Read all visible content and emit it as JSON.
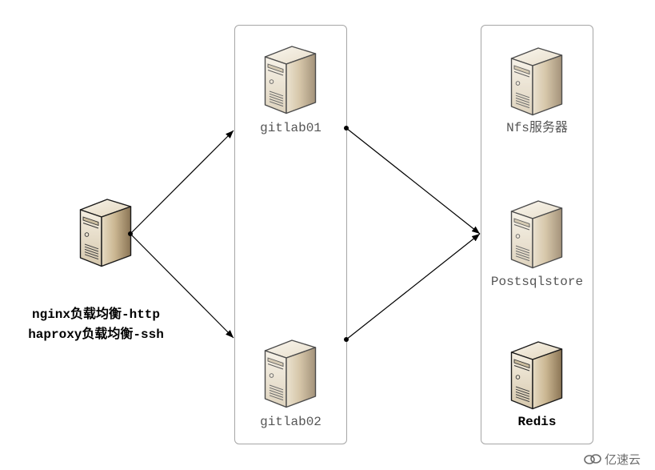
{
  "colors": {
    "container_border": "#a6a6a6",
    "muted_label": "#555555",
    "strong_label": "#000000",
    "connector": "#000000",
    "watermark": "#6e6e6e"
  },
  "icons": {
    "node": "server-icon",
    "watermark_logo": "cloud-logo-icon"
  },
  "load_balancer": {
    "labels": [
      "nginx负载均衡-http",
      "haproxy负载均衡-ssh"
    ]
  },
  "app_tier": {
    "nodes": [
      {
        "label": "gitlab01"
      },
      {
        "label": "gitlab02"
      }
    ]
  },
  "data_tier": {
    "nodes": [
      {
        "label": "Nfs服务器"
      },
      {
        "label": "Postsqlstore"
      },
      {
        "label": "Redis"
      }
    ]
  },
  "watermark": {
    "text": "亿速云"
  }
}
